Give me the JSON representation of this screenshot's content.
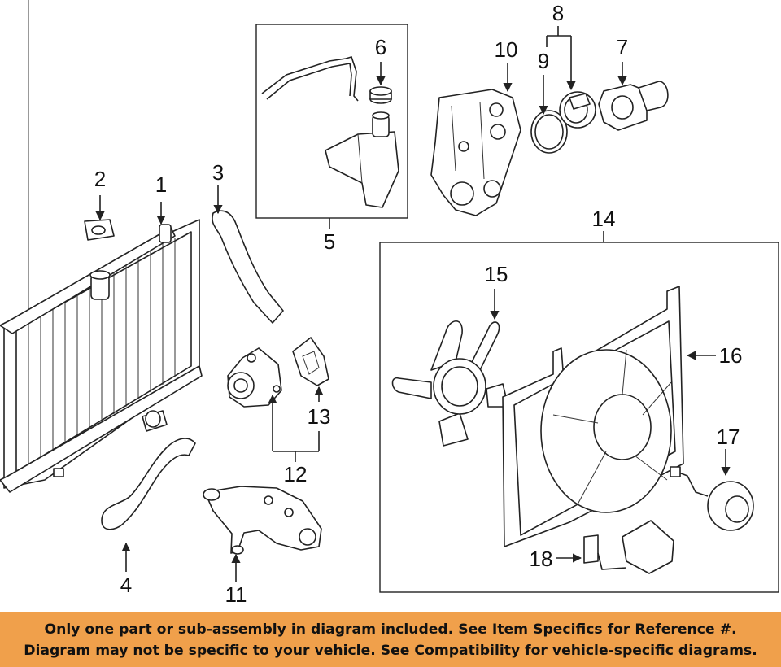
{
  "callouts": {
    "n1": "1",
    "n2": "2",
    "n3": "3",
    "n4": "4",
    "n5": "5",
    "n6": "6",
    "n7": "7",
    "n8": "8",
    "n9": "9",
    "n10": "10",
    "n11": "11",
    "n12": "12",
    "n13": "13",
    "n14": "14",
    "n15": "15",
    "n16": "16",
    "n17": "17",
    "n18": "18"
  },
  "footer": {
    "line1": "Only one part or sub-assembly in diagram included. See Item Specifics for Reference #.",
    "line2": "Diagram may not be specific to your vehicle. See Compatibility for vehicle-specific diagrams."
  },
  "colors": {
    "footer_bg": "#f0a04b",
    "line": "#222222"
  }
}
